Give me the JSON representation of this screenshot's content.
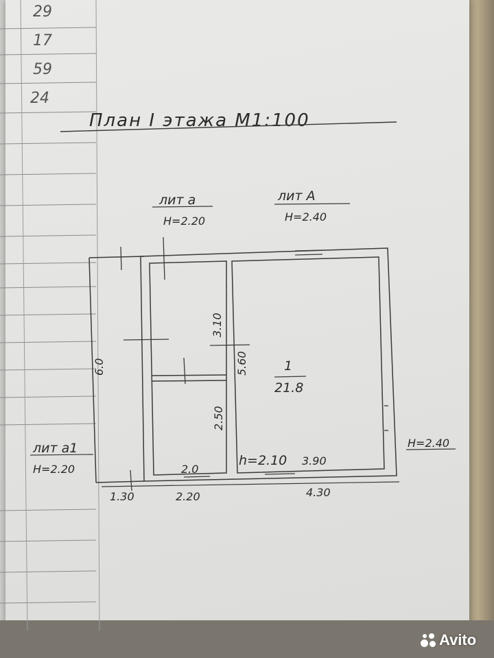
{
  "ledger": {
    "numbers": [
      "29",
      "17",
      "59",
      "24"
    ]
  },
  "title": "План  I  этажа   М1:100",
  "labels": {
    "lit_a_lower": "лит а",
    "lit_a_lower_height": "Н=2.20",
    "lit_a_upper": "лит А",
    "lit_a_upper_height": "Н=2.40",
    "lit_a1": "лит а1",
    "lit_a1_height": "Н=2.20",
    "right_height": "Н=2.40"
  },
  "room": {
    "number": "1",
    "area": "21.8",
    "ceiling_height": "h=2.10"
  },
  "dimensions": {
    "left_side": "6.0",
    "inner_upper": "3.10",
    "inner_middle": "5.60",
    "inner_lower": "2.50",
    "bottom_small_room": "2.0",
    "bottom_room_inner": "3.90",
    "outer_left": "1.30",
    "outer_middle": "2.20",
    "outer_right": "4.30"
  },
  "watermark": {
    "brand": "Avito"
  }
}
